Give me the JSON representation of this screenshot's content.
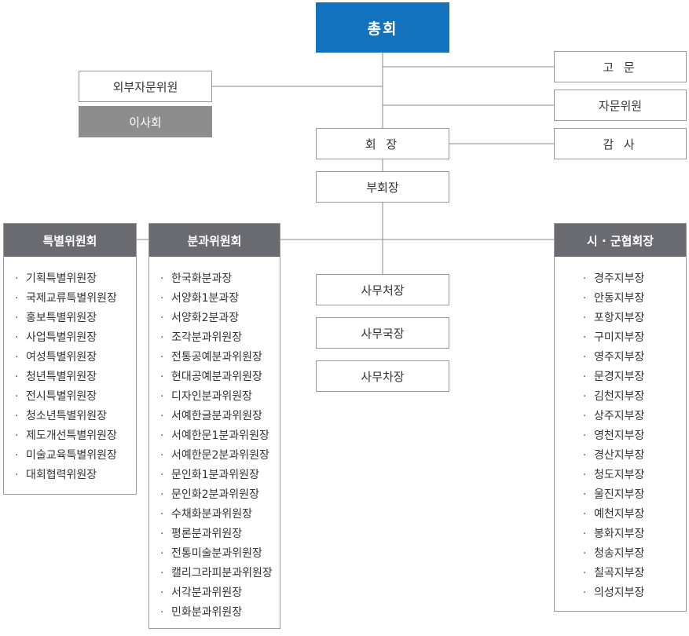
{
  "top": {
    "label": "총회"
  },
  "left": {
    "external_advisory": "외부자문위원",
    "board": "이사회"
  },
  "right": {
    "advisor": "고 문",
    "advisory_committee": "자문위원",
    "auditor": "감 사"
  },
  "center": {
    "chairman": "회 장",
    "vice_chairman": "부회장",
    "secretariat_head": "사무처장",
    "secretariat_director": "사무국장",
    "secretariat_deputy": "사무차장"
  },
  "special_committee": {
    "title": "특별위원회",
    "items": [
      "기획특별위원장",
      "국제교류특별위원장",
      "홍보특별위원장",
      "사업특별위원장",
      "여성특별위원장",
      "청년특별위원장",
      "전시특별위원장",
      "청소년특별위원장",
      "제도개선특별위원장",
      "미술교육특별위원장",
      "대회협력위원장"
    ]
  },
  "subcommittee": {
    "title": "분과위원회",
    "items": [
      "한국화분과장",
      "서양화1분과장",
      "서양화2분과장",
      "조각분과위원장",
      "전통공예분과위원장",
      "현대공예분과위원장",
      "디자인분과위원장",
      "서예한글분과위원장",
      "서예한문1분과위원장",
      "서예한문2분과위원장",
      "문인화1분과위원장",
      "문인화2분과위원장",
      "수채화분과위원장",
      "평론분과위원장",
      "전통미술분과위원장",
      "캘리그라피분과위원장",
      "서각분과위원장",
      "민화분과위원장"
    ]
  },
  "city_county": {
    "title": "시 · 군협회장",
    "items": [
      "경주지부장",
      "안동지부장",
      "포항지부장",
      "구미지부장",
      "영주지부장",
      "문경지부장",
      "김천지부장",
      "상주지부장",
      "영천지부장",
      "경산지부장",
      "청도지부장",
      "울진지부장",
      "예천지부장",
      "봉화지부장",
      "청송지부장",
      "칠곡지부장",
      "의성지부장"
    ]
  }
}
